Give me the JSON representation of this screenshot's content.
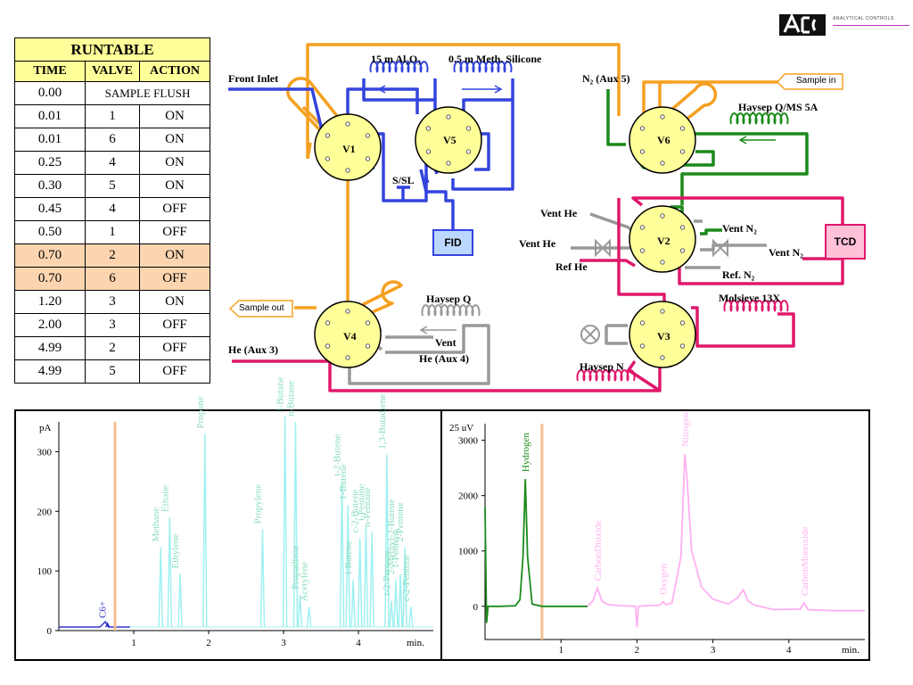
{
  "logo": {
    "mark": "a[c]",
    "subtitle": "ANALYTICAL CONTROLS"
  },
  "runtable": {
    "title": "RUNTABLE",
    "headers": [
      "TIME",
      "VALVE",
      "ACTION"
    ],
    "rows": [
      {
        "time": "0.00",
        "valve": "",
        "action": "SAMPLE FLUSH",
        "highlight": false
      },
      {
        "time": "0.01",
        "valve": "1",
        "action": "ON",
        "highlight": false
      },
      {
        "time": "0.01",
        "valve": "6",
        "action": "ON",
        "highlight": false
      },
      {
        "time": "0.25",
        "valve": "4",
        "action": "ON",
        "highlight": false
      },
      {
        "time": "0.30",
        "valve": "5",
        "action": "ON",
        "highlight": false
      },
      {
        "time": "0.45",
        "valve": "4",
        "action": "OFF",
        "highlight": false
      },
      {
        "time": "0.50",
        "valve": "1",
        "action": "OFF",
        "highlight": false
      },
      {
        "time": "0.70",
        "valve": "2",
        "action": "ON",
        "highlight": true
      },
      {
        "time": "0.70",
        "valve": "6",
        "action": "OFF",
        "highlight": true
      },
      {
        "time": "1.20",
        "valve": "3",
        "action": "ON",
        "highlight": false
      },
      {
        "time": "2.00",
        "valve": "3",
        "action": "OFF",
        "highlight": false
      },
      {
        "time": "4.99",
        "valve": "2",
        "action": "OFF",
        "highlight": false
      },
      {
        "time": "4.99",
        "valve": "5",
        "action": "OFF",
        "highlight": false
      }
    ]
  },
  "diagram": {
    "valves": {
      "v1": "V1",
      "v2": "V2",
      "v3": "V3",
      "v4": "V4",
      "v5": "V5",
      "v6": "V6"
    },
    "labels": {
      "front_inlet": "Front Inlet",
      "col_alumina": "15 m Al₂O₃",
      "col_silicone": "0.5 m Meth. Silicone",
      "n2_aux5": "N₂ (Aux 5)",
      "sample_in": "Sample in",
      "haysep_q_ms5a": "Haysep Q/MS 5A",
      "ssl": "S/SL",
      "fid": "FID",
      "vent_he_1": "Vent He",
      "vent_he_2": "Vent He",
      "ref_he": "Ref He",
      "vent_n2_1": "Vent N₂",
      "vent_n2_2": "Vent N₂",
      "ref_n2": "Ref. N₂",
      "tcd": "TCD",
      "sample_out": "Sample out",
      "haysep_q": "Haysep Q",
      "vent": "Vent",
      "he_aux4": "He (Aux 4)",
      "he_aux3": "He (Aux 3)",
      "molsieve": "Molsieve 13X",
      "haysep_n": "Haysep N"
    },
    "colors": {
      "fid_path": "#3344dd",
      "sample_path": "#f5a020",
      "tcd_path": "#e0186c",
      "n2_path": "#1a8a1a",
      "aux_path": "#999999",
      "valve_fill": "#ffff99",
      "fid_fill": "#bcd8ff",
      "tcd_fill": "#ffc0d8"
    }
  },
  "chart_data": [
    {
      "type": "line",
      "title": "",
      "ylabel": "pA",
      "xlabel": "min.",
      "xlim": [
        0,
        5
      ],
      "ylim": [
        0,
        350
      ],
      "x_ticks": [
        1,
        2,
        3,
        4
      ],
      "y_ticks": [
        0,
        100,
        200,
        300
      ],
      "marker_time": 0.75,
      "baseline_color": "#3333cc",
      "peak_color": "#a0f0f0",
      "label_color": "#88ddbb",
      "peaks": [
        {
          "name": "C6+",
          "t": 0.65,
          "h": 12
        },
        {
          "name": "Methane",
          "t": 1.36,
          "h": 140
        },
        {
          "name": "Ethane",
          "t": 1.48,
          "h": 190
        },
        {
          "name": "Ethylene",
          "t": 1.62,
          "h": 95
        },
        {
          "name": "Propane",
          "t": 1.95,
          "h": 330
        },
        {
          "name": "Propylene",
          "t": 2.72,
          "h": 170
        },
        {
          "name": "i-Butane",
          "t": 3.02,
          "h": 360
        },
        {
          "name": "n-Butane",
          "t": 3.16,
          "h": 350
        },
        {
          "name": "Propadiene",
          "t": 3.22,
          "h": 60
        },
        {
          "name": "Acetylene",
          "t": 3.34,
          "h": 40
        },
        {
          "name": "t-2-Butene",
          "t": 3.78,
          "h": 250
        },
        {
          "name": "1-Butene",
          "t": 3.86,
          "h": 210
        },
        {
          "name": "i-Butene",
          "t": 3.93,
          "h": 85
        },
        {
          "name": "c-2-Butene",
          "t": 4.02,
          "h": 155
        },
        {
          "name": "i-Pentane",
          "t": 4.1,
          "h": 175
        },
        {
          "name": "n-Pentane",
          "t": 4.18,
          "h": 165
        },
        {
          "name": "1,3-Butadiene",
          "t": 4.38,
          "h": 295
        },
        {
          "name": "t-2-Pentene",
          "t": 4.44,
          "h": 50
        },
        {
          "name": "2-Methyl-2-Butene",
          "t": 4.5,
          "h": 85
        },
        {
          "name": "1-Pentene",
          "t": 4.56,
          "h": 95
        },
        {
          "name": "2-Pentene",
          "t": 4.62,
          "h": 140
        },
        {
          "name": "c-2-Pentene",
          "t": 4.7,
          "h": 40
        }
      ]
    },
    {
      "type": "line",
      "title": "",
      "ylabel": "25 uV",
      "xlabel": "min.",
      "xlim": [
        0,
        5
      ],
      "ylim": [
        -600,
        3300
      ],
      "x_ticks": [
        1,
        2,
        3,
        4
      ],
      "y_ticks": [
        0,
        1000,
        2000,
        3000
      ],
      "marker_time": 0.75,
      "series": [
        {
          "name": "Hydrogen",
          "color": "#1a8a1a",
          "x": [
            0,
            0.02,
            0.04,
            0.08,
            0.2,
            0.4,
            0.46,
            0.5,
            0.53,
            0.56,
            0.62,
            0.75,
            1.0,
            1.35
          ],
          "y": [
            1800,
            -300,
            0,
            0,
            0,
            10,
            120,
            900,
            2300,
            900,
            40,
            0,
            0,
            0
          ]
        },
        {
          "name": "Nitrogen",
          "color": "#ffb0f0",
          "x": [
            1.35,
            1.42,
            1.48,
            1.54,
            1.62,
            1.8,
            1.98,
            2.0,
            2.02,
            2.1,
            2.3,
            2.34,
            2.38,
            2.46,
            2.58,
            2.63,
            2.66,
            2.72,
            2.85,
            3.0,
            3.2,
            3.32,
            3.4,
            3.46,
            3.55,
            3.8,
            4.15,
            4.2,
            4.25,
            4.6,
            5.0
          ],
          "y": [
            0,
            100,
            330,
            90,
            30,
            10,
            0,
            -380,
            0,
            10,
            20,
            80,
            30,
            60,
            900,
            2750,
            2300,
            1000,
            350,
            130,
            40,
            150,
            300,
            100,
            20,
            -60,
            -50,
            60,
            -60,
            -80,
            -80
          ]
        }
      ],
      "peak_labels": [
        {
          "name": "Hydrogen",
          "t": 0.53,
          "h": 2300,
          "color": "#1a8a1a"
        },
        {
          "name": "CarbonDioxide",
          "t": 1.48,
          "h": 330,
          "color": "#ffb0f0"
        },
        {
          "name": "Oxygen",
          "t": 2.34,
          "h": 80,
          "color": "#ffb0f0"
        },
        {
          "name": "Nitrogen",
          "t": 2.63,
          "h": 2750,
          "color": "#ffb0f0"
        },
        {
          "name": "CarbonMonoxide",
          "t": 4.2,
          "h": 60,
          "color": "#ffb0f0"
        }
      ]
    }
  ]
}
